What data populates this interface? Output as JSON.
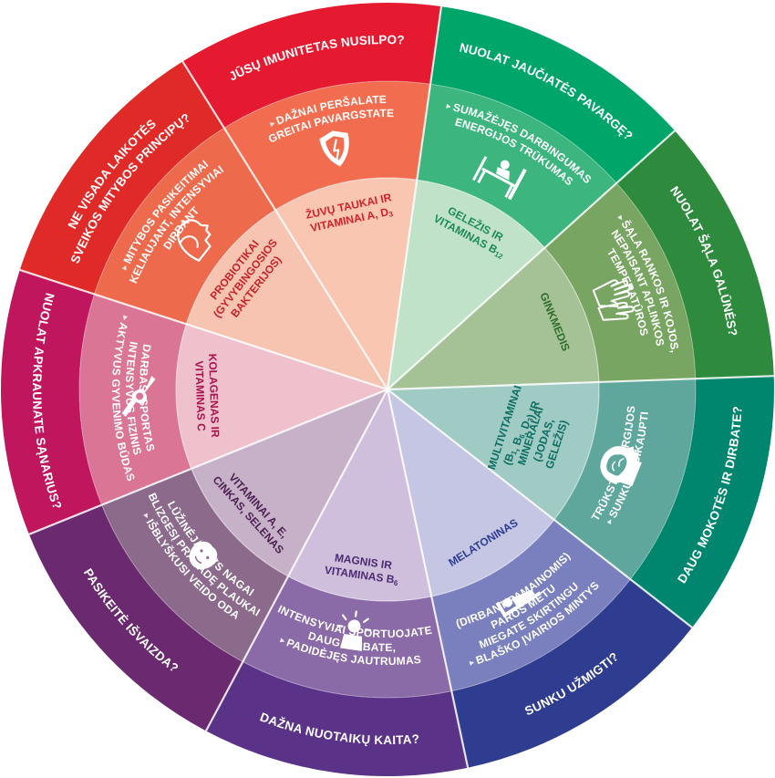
{
  "segments": [
    {
      "question": "Nuolat jaučiatės pavargę?",
      "symptoms": [
        "Sumažėjęs darbingumas",
        "energijos trūkumas"
      ],
      "nutrient": [
        "Geležis ir",
        "vitaminas B",
        "12"
      ],
      "icon": "desk-fatigue-icon",
      "colors": {
        "outer": "#00a56a",
        "middle": "#3cb57e",
        "inner": "#bfe2c9",
        "text": "#1b8a55"
      }
    },
    {
      "question": "Nuolat šąla galūnės?",
      "symptoms": [
        "Šąla rankos ir kojos,",
        "nepaisant aplinkos",
        "temperatūros"
      ],
      "nutrient": [
        "Ginkmedis"
      ],
      "icon": "hands-icon",
      "colors": {
        "outer": "#2e8b3e",
        "middle": "#78a561",
        "inner": "#a5c296",
        "text": "#2f6d2e"
      }
    },
    {
      "question": "Daug mokotės ir dirbate?",
      "symptoms": [
        "Sunku susikaupti",
        "trūksta energijos"
      ],
      "nutrient": [
        "Multivitaminai",
        "(B",
        "1",
        ", B",
        "6",
        ", D",
        "3",
        ") ir",
        "mineralai",
        "(jodas,",
        "geležis)"
      ],
      "icon": "brain-head-icon",
      "colors": {
        "outer": "#00866f",
        "middle": "#5fa69d",
        "inner": "#9fcbc4",
        "text": "#0e6e62"
      }
    },
    {
      "question": "Sunku užmigti?",
      "symptoms": [
        "Blaško įvairios mintys",
        "miegate skirtingu",
        "paros metu",
        "(dirbant pamainomis)"
      ],
      "nutrient": [
        "Melatoninas"
      ],
      "icon": "sleeping-person-icon",
      "colors": {
        "outer": "#2f3d91",
        "middle": "#7a80bd",
        "inner": "#c4c6e4",
        "text": "#2f3d91"
      }
    },
    {
      "question": "Dažna nuotaikų kaita?",
      "symptoms": [
        "Padidėjęs jautrumas",
        "daug dirbate,",
        "intensyviai sportuojate"
      ],
      "nutrient": [
        "Magnis ir",
        "vitaminas B",
        "6"
      ],
      "icon": "stressed-person-icon",
      "colors": {
        "outer": "#5a3388",
        "middle": "#8a6aa7",
        "inner": "#cfbfdc",
        "text": "#4a2a70"
      }
    },
    {
      "question": "Pasikeitė išvaizda?",
      "symptoms": [
        "Išblyškusi veido oda",
        "blizgesį praradę plaukai",
        "lūžinėjantys nagai"
      ],
      "nutrient": [
        "Vitaminai A, E,",
        "cinkas, selenas"
      ],
      "icon": "face-icon",
      "colors": {
        "outer": "#6b2a6f",
        "middle": "#8b6a8c",
        "inner": "#c6b1c8",
        "text": "#4b2050"
      }
    },
    {
      "question": "Nuolat apkraunate sąnarius?",
      "symptoms": [
        "Aktyvus gyvenimo būdas",
        "intensyvus fizinis",
        "darbas, sportas"
      ],
      "nutrient": [
        "Kolagenas ir",
        "vitaminas C"
      ],
      "icon": "joint-icon",
      "colors": {
        "outer": "#c0165d",
        "middle": "#da7595",
        "inner": "#efc1cd",
        "text": "#a8124f"
      }
    },
    {
      "question": "Ne visada laikotės sveikos mitybos principų?",
      "symptoms": [
        "Mitybos pasikeitimai",
        "keliaujant, intensyviai",
        "dirbant"
      ],
      "nutrient": [
        "Probiotikai",
        "(gyvybingosios",
        "bakterijos)"
      ],
      "icon": "woman-profile-icon",
      "colors": {
        "outer": "#e02a28",
        "middle": "#ee6a4c",
        "inner": "#f6c4b0",
        "text": "#c6242a"
      }
    },
    {
      "question": "Jūsų imunitetas nusilpo?",
      "symptoms": [
        "Dažnai peršalate",
        "greitai pavargstate"
      ],
      "nutrient": [
        "Žuvų taukai ir",
        "vitaminai A, D",
        "3"
      ],
      "icon": "shield-icon",
      "colors": {
        "outer": "#e51a31",
        "middle": "#f26d4f",
        "inner": "#f9c7b1",
        "text": "#d1222a"
      }
    }
  ]
}
